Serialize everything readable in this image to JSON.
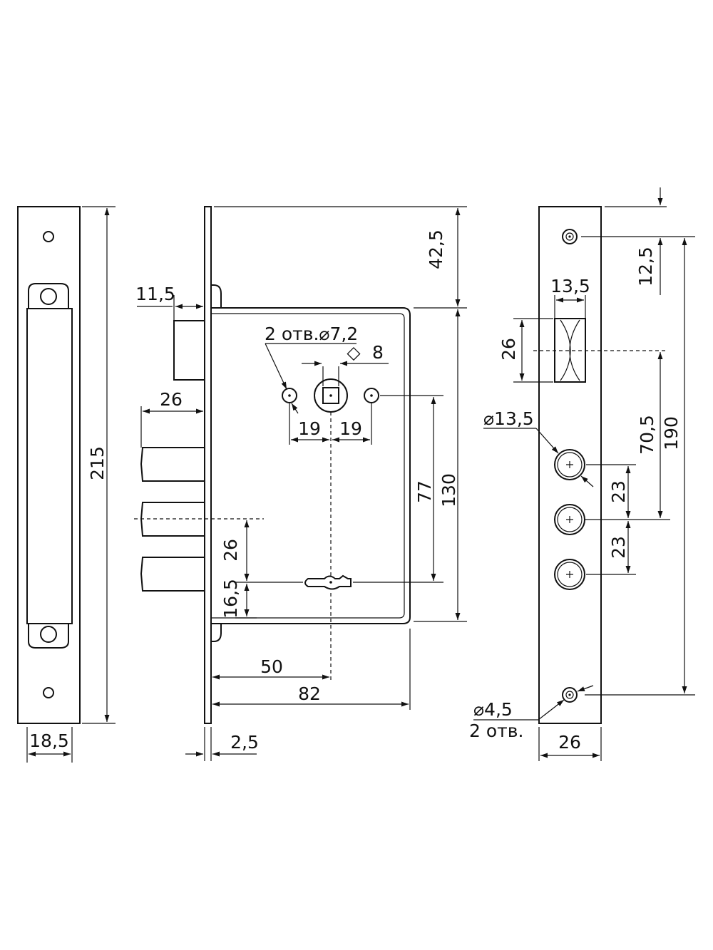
{
  "dimensions": {
    "d215": "215",
    "d18_5": "18,5",
    "d11_5": "11,5",
    "d26_latch": "26",
    "d26_bolt": "26",
    "d16_5": "16,5",
    "d50": "50",
    "d82": "82",
    "d2_5": "2,5",
    "d42_5": "42,5",
    "d130": "130",
    "d77": "77",
    "holes_label": "2 отв.",
    "hole_dia": "⌀7,2",
    "square_symbol": "◇",
    "square_size": "8",
    "d19_left": "19",
    "d19_right": "19",
    "d12_5": "12,5",
    "d13_5": "13,5",
    "d26_latch_slot": "26",
    "d70_5": "70,5",
    "d190": "190",
    "bolt_dia": "⌀13,5",
    "d23_a": "23",
    "d23_b": "23",
    "screw_dia": "⌀4,5",
    "screw_holes": "2 отв.",
    "d26_width": "26"
  }
}
